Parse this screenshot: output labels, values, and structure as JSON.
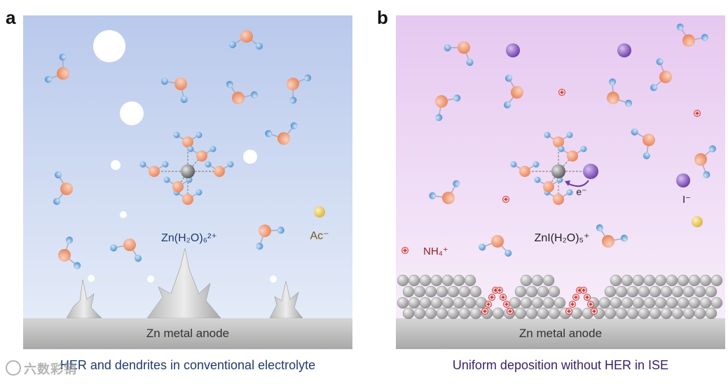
{
  "panel_a": {
    "letter": "a",
    "complex_label": "Zn(H₂O)₆²⁺",
    "anion_label": "Ac⁻",
    "anode_label": "Zn metal anode",
    "caption": "HER and dendrites in conventional electrolyte"
  },
  "panel_b": {
    "letter": "b",
    "complex_label": "ZnI(H₂O)₅⁺",
    "electron_label": "e⁻",
    "iodide_label": "I⁻",
    "ammonium_label": "NH₄⁺",
    "anode_label": "Zn metal anode",
    "caption": "Uniform deposition without HER in ISE"
  },
  "watermark": {
    "text": "六数彩销"
  },
  "colors": {
    "panel_a_top": "#b9c9ec",
    "panel_a_bottom": "#e8eef9",
    "panel_b_top": "#e6c8f0",
    "panel_b_bottom": "#f9f1fb",
    "oxygen": "#f0a07a",
    "hydrogen": "#6fa8dc",
    "zinc": "#888888",
    "iodide": "#8a5cc4",
    "acetate": "#e8c85a",
    "ammonium": "#d43a3a",
    "caption_a": "#1f3b70",
    "caption_b": "#3a1f66",
    "anode": "#c7c7c7"
  },
  "icons": [
    "water-molecule-icon",
    "hydrogen-bubble-icon",
    "zinc-ion-icon",
    "iodide-ion-icon",
    "acetate-ion-icon",
    "ammonium-ion-icon",
    "electron-arrow-icon"
  ]
}
